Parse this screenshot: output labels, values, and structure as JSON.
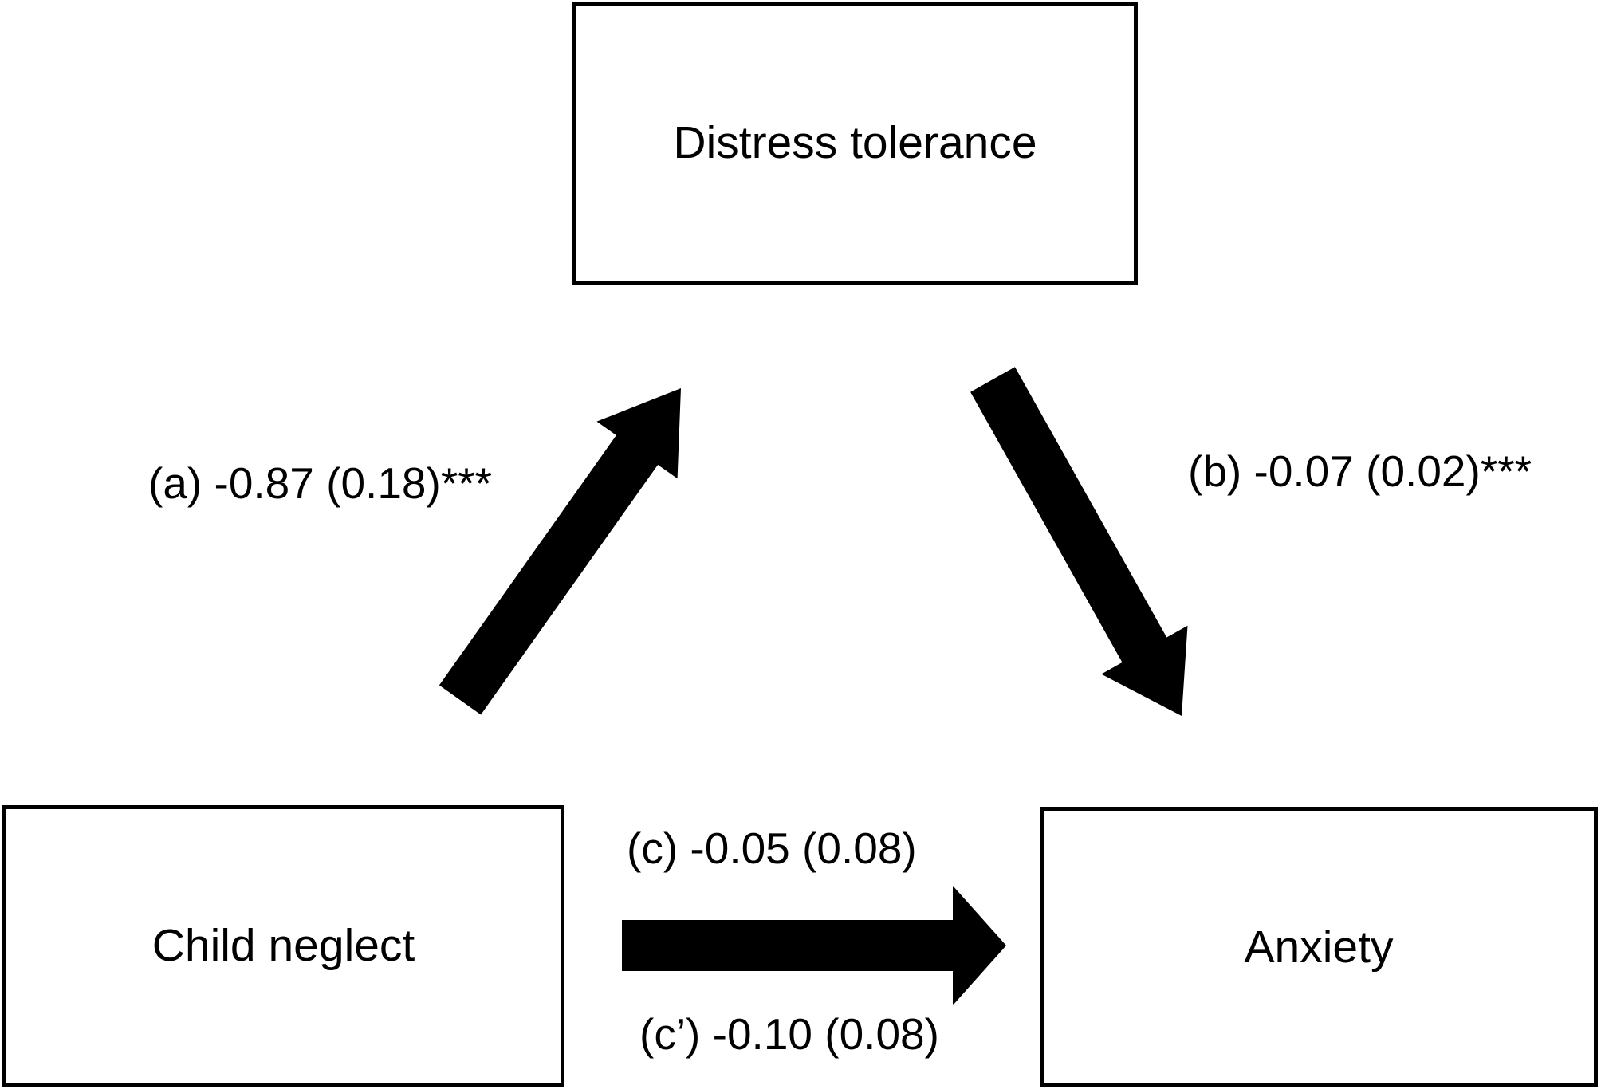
{
  "figure": {
    "type": "mediation-path-diagram",
    "background_color": "#ffffff",
    "ink_color": "#000000",
    "nodes": {
      "mediator": "Distress tolerance",
      "predictor": "Child neglect",
      "outcome": "Anxiety"
    },
    "path_labels": {
      "a": "(a) -0.87 (0.18)***",
      "b": "(b) -0.07 (0.02)***",
      "c": "(c) -0.05 (0.08)",
      "c_prime": "(c’) -0.10 (0.08)"
    }
  }
}
